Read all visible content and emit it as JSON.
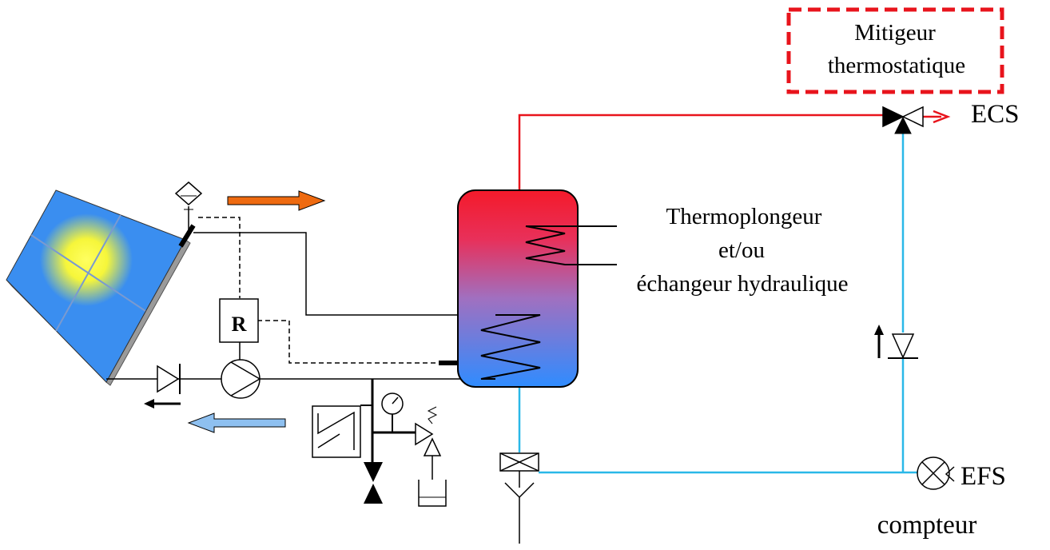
{
  "labels": {
    "mixer_line1": "Mitigeur",
    "mixer_line2": "thermostatique",
    "ecs": "ECS",
    "heater_line1": "Thermoplongeur",
    "heater_line2": "et/ou",
    "heater_line3": "échangeur hydraulique",
    "efs": "EFS",
    "meter": "compteur",
    "regulator": "R"
  },
  "colors": {
    "hot_water": "#e8141c",
    "cold_water": "#2ab8e8",
    "tank_top": "#f41a2a",
    "tank_bottom": "#2f8cff",
    "panel": "#3a8ef0",
    "sun": "#f6f63a",
    "flow_out_arrow": "#ee6a10",
    "flow_return_arrow": "#8ec0f0",
    "mixer_border": "#e8141c"
  }
}
